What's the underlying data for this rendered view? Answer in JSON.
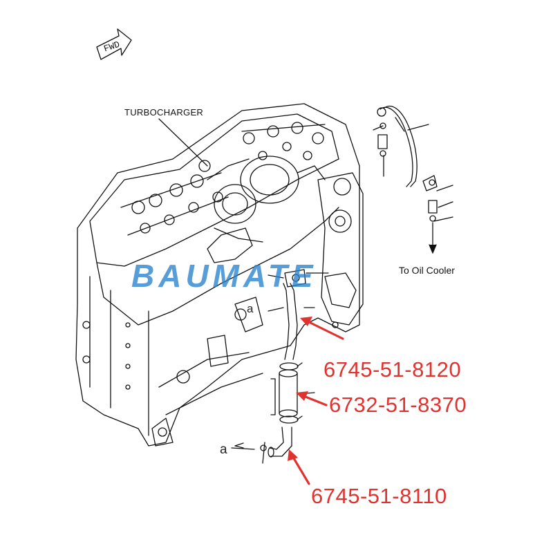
{
  "labels": {
    "fwd": "FWD",
    "turbocharger": "TURBOCHARGER",
    "to_oil_cooler": "To Oil Cooler",
    "ref_a_upper": "a",
    "ref_a_lower": "a"
  },
  "watermark": "BAUMATE",
  "parts": [
    {
      "number": "6745-51-8120"
    },
    {
      "number": "6732-51-8370"
    },
    {
      "number": "6745-51-8110"
    }
  ],
  "colors": {
    "part_label": "#e0322f",
    "arrow": "#e0322f",
    "watermark": "#2882cd",
    "line": "#111111"
  }
}
